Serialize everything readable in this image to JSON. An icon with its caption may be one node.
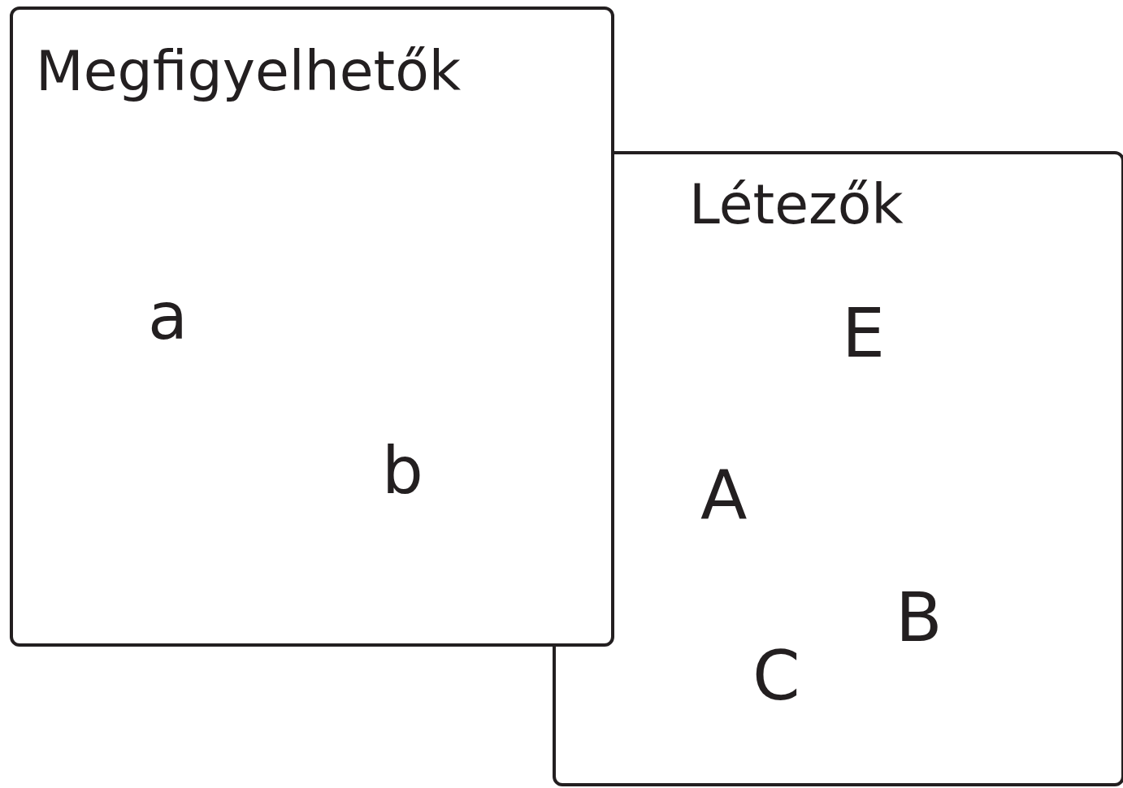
{
  "diagram": {
    "nodes": [
      {
        "text": [
          "Megfigyelhetők",
          "a",
          "b"
        ]
      },
      {
        "text": [
          "Létezők",
          "E",
          "A",
          "B",
          "C"
        ]
      }
    ]
  }
}
